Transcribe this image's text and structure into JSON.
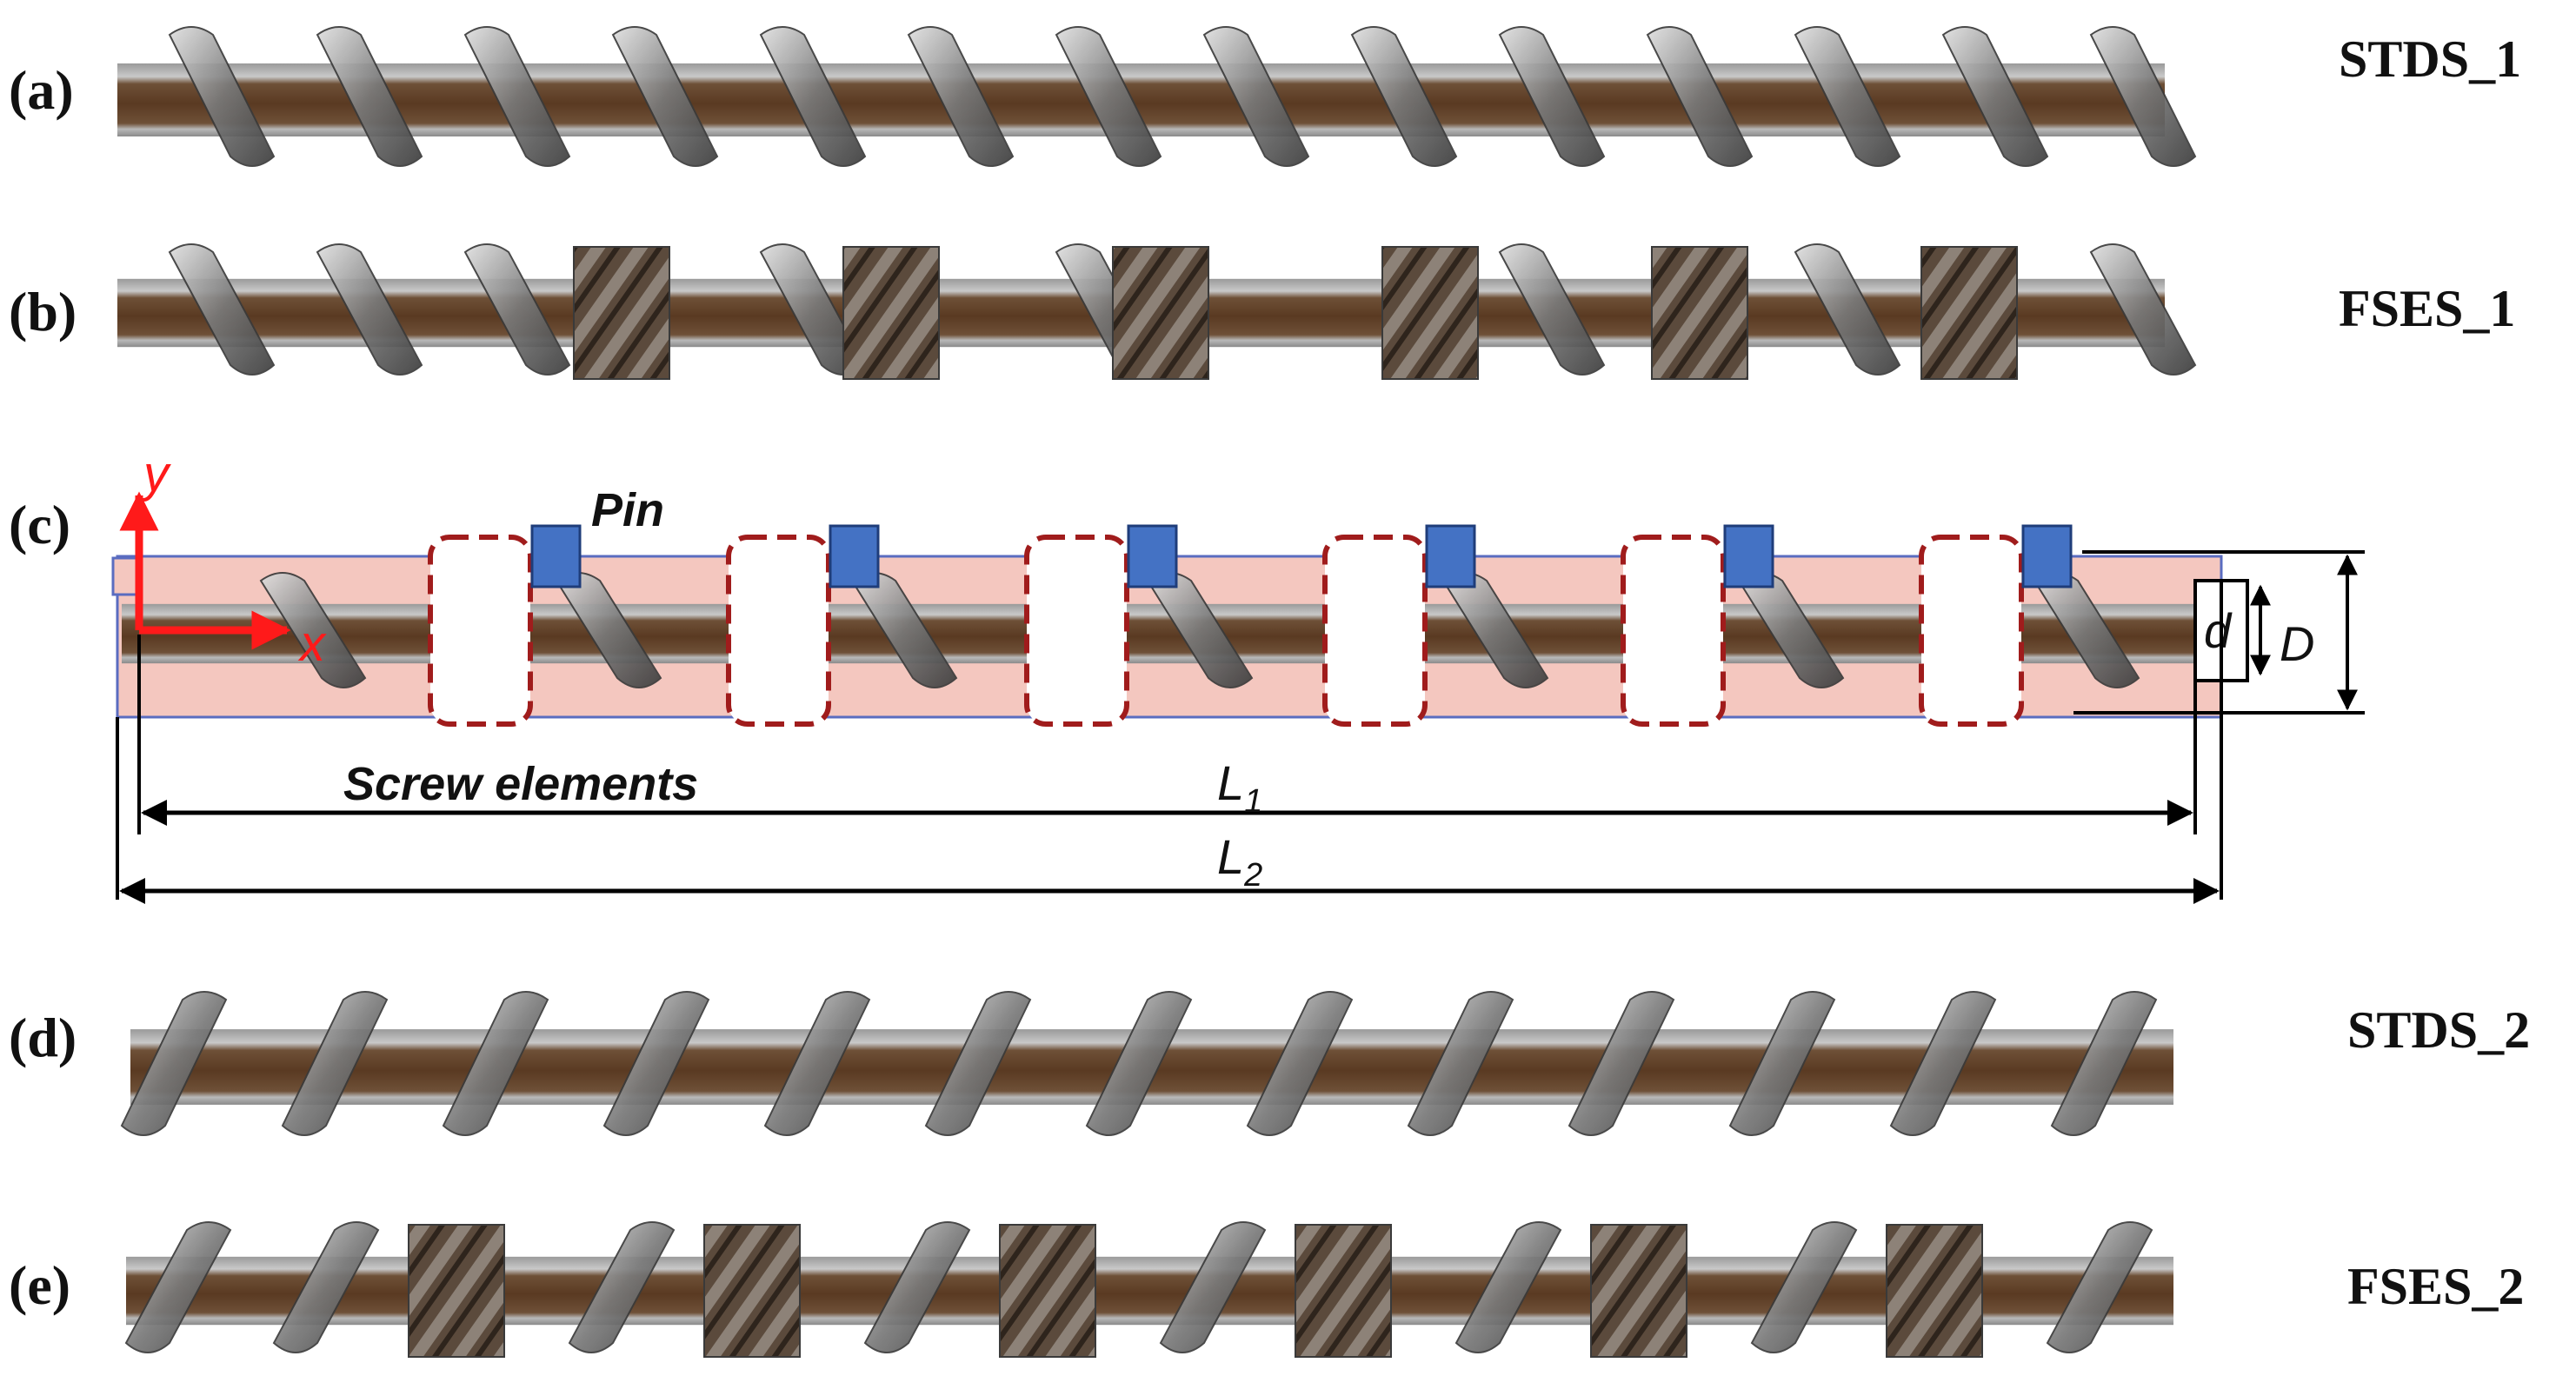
{
  "panels": [
    {
      "id": "a",
      "label": "(a)",
      "name": "STDS_1"
    },
    {
      "id": "b",
      "label": "(b)",
      "name": "FSES_1"
    },
    {
      "id": "c",
      "label": "(c)",
      "name": ""
    },
    {
      "id": "d",
      "label": "(d)",
      "name": "STDS_2"
    },
    {
      "id": "e",
      "label": "(e)",
      "name": "FSES_2"
    }
  ],
  "diagram": {
    "pin_label": "Pin",
    "screw_elements_label": "Screw elements",
    "axis_x": "x",
    "axis_y": "y",
    "dim_L1": "L",
    "dim_L1_sub": "1",
    "dim_L2": "L",
    "dim_L2_sub": "2",
    "dim_d": "d",
    "dim_D": "D"
  },
  "colors": {
    "shaft": "#5a3a22",
    "flight": "#6d6d6d",
    "pin": "#4472c4",
    "dashed_box": "#a01c1c",
    "domain_fill": "#f4c7bf",
    "axis": "#ff1a1a"
  }
}
